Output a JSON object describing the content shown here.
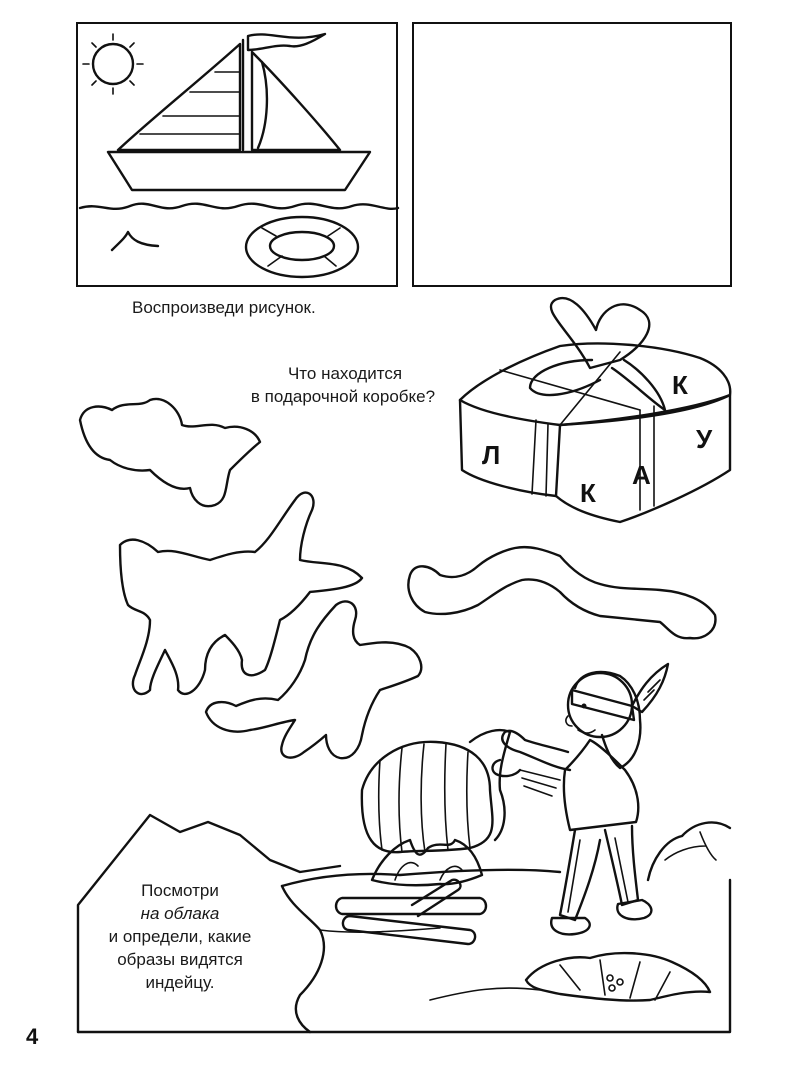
{
  "page": {
    "page_number": "4",
    "copy_instruction": "Воспроизведи рисунок.",
    "gift_question_line1": "Что находится",
    "gift_question_line2": "в подарочной коробке?",
    "clouds_instruction_line1": "Посмотри",
    "clouds_instruction_line2": "на облака",
    "clouds_instruction_line3": "и определи, какие",
    "clouds_instruction_line4": "образы видятся",
    "clouds_instruction_line5": "индейцу."
  },
  "gift_letters": {
    "l": "Л",
    "k1": "К",
    "a": "А",
    "k2": "К",
    "u": "У"
  }
}
